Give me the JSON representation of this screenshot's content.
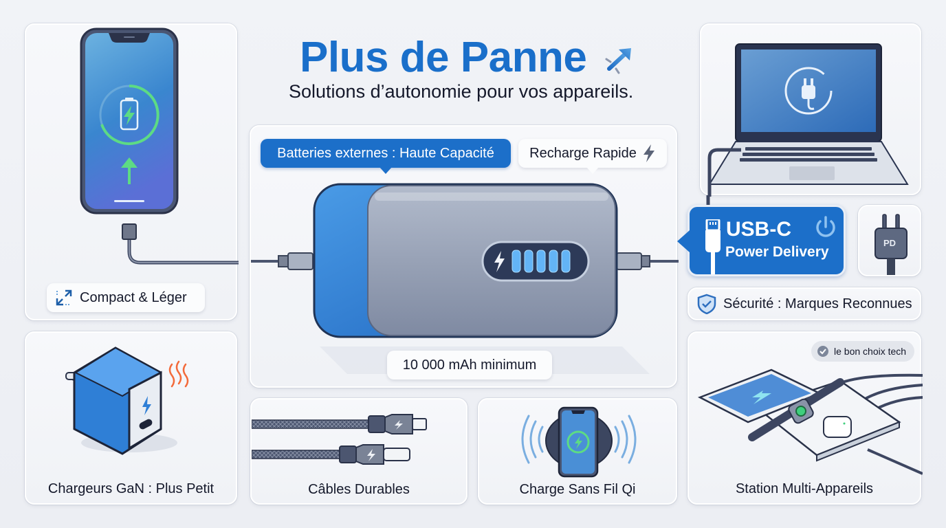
{
  "header": {
    "title": "Plus de Panne",
    "subtitle": "Solutions d’autonomie pour vos appareils."
  },
  "colors": {
    "brand_blue": "#1a6fca",
    "text_dark": "#14182a",
    "card_bg": "#f4f5f8",
    "charge_green": "#4cd07a",
    "heat_orange": "#f36a3a"
  },
  "phone_card": {
    "label": "Compact & Léger",
    "icon": "compress-arrows-icon"
  },
  "center_card": {
    "tag_primary": "Batteries externes : Haute Capacité",
    "tag_secondary": "Recharge Rapide",
    "capacity_label": "10 000 mAh minimum",
    "led_count": 5
  },
  "laptop_card": {
    "screen_icon": "plug-icon"
  },
  "usb_c_badge": {
    "title": "USB-C",
    "subtitle": "Power Delivery"
  },
  "pd_plug": {
    "label": "PD"
  },
  "security": {
    "label": "Sécurité : Marques Reconnues"
  },
  "bottom_cards": [
    {
      "label": "Chargeurs GaN : Plus Petit"
    },
    {
      "label": "Câbles Durables"
    },
    {
      "label": "Charge Sans Fil Qi"
    },
    {
      "label": "Station Multi-Appareils"
    }
  ],
  "station_badge": {
    "label": "le bon choix tech"
  }
}
